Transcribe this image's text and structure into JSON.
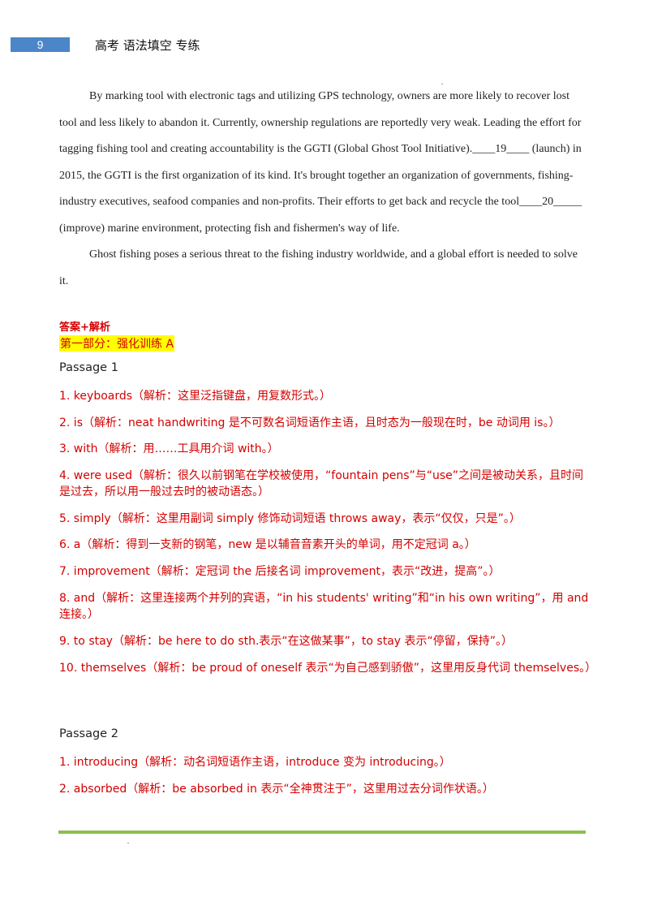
{
  "header": {
    "page_number": "9",
    "title": "高考 语法填空 专练"
  },
  "passage_text": {
    "p1_lines": [
      "By marking tool with electronic tags and utilizing GPS technology, owners are more likely to recover lost",
      "tool and less likely to abandon it. Currently, ownership regulations are reportedly very weak. Leading the effort for"
    ],
    "p1_line3_a": "tagging fishing tool and creating accountability is the GGTI (Global Ghost Tool Initiative).",
    "p1_blank19": "____19____",
    "p1_line3_b": " (launch) in",
    "p1_line4": "2015, the GGTI is the first organization of its kind. It's brought together an organization of governments, fishing-",
    "p1_line5_a": "industry executives, seafood companies and non-profits. Their efforts to get back and recycle the tool",
    "p1_blank20": "____20_____",
    "p1_line6": "(improve) marine environment, protecting fish and fishermen's way of life.",
    "p2_line1": "Ghost fishing poses a serious threat to the fishing industry worldwide, and a global effort is needed to solve",
    "p2_line2": "it."
  },
  "answers": {
    "heading": "答案+解析",
    "part_label": "第一部分：强化训练 A",
    "passage1_label": "Passage 1",
    "passage1_items": [
      "1. keyboards（解析：这里泛指键盘，用复数形式。）",
      "2. is（解析：neat handwriting 是不可数名词短语作主语，且时态为一般现在时，be 动词用 is。）",
      "3. with（解析：用……工具用介词 with。）",
      "4. were used（解析：很久以前钢笔在学校被使用，“fountain pens”与“use”之间是被动关系，且时间是过去，所以用一般过去时的被动语态。）",
      "5. simply（解析：这里用副词 simply 修饰动词短语 throws away，表示“仅仅，只是”。）",
      "6. a（解析：得到一支新的钢笔，new 是以辅音音素开头的单词，用不定冠词 a。）",
      "7. improvement（解析：定冠词 the 后接名词 improvement，表示“改进，提高”。）",
      "8. and（解析：这里连接两个并列的宾语，“in his students' writing”和“in his own writing”，用 and 连接。）",
      "9. to stay（解析：be here to do sth.表示“在这做某事”，to stay 表示“停留，保持”。）",
      "10. themselves（解析：be proud of oneself 表示“为自己感到骄傲”，这里用反身代词 themselves。）"
    ],
    "passage2_label": "Passage 2",
    "passage2_items": [
      "1. introducing（解析：动名词短语作主语，introduce 变为 introducing。）",
      "2. absorbed（解析：be absorbed in 表示“全神贯注于”，这里用过去分词作状语。）"
    ]
  },
  "colors": {
    "badge": "#4a86c8",
    "answer_red": "#d40000",
    "highlight": "#ffff00",
    "footer_rule": "#8cbf4e"
  }
}
